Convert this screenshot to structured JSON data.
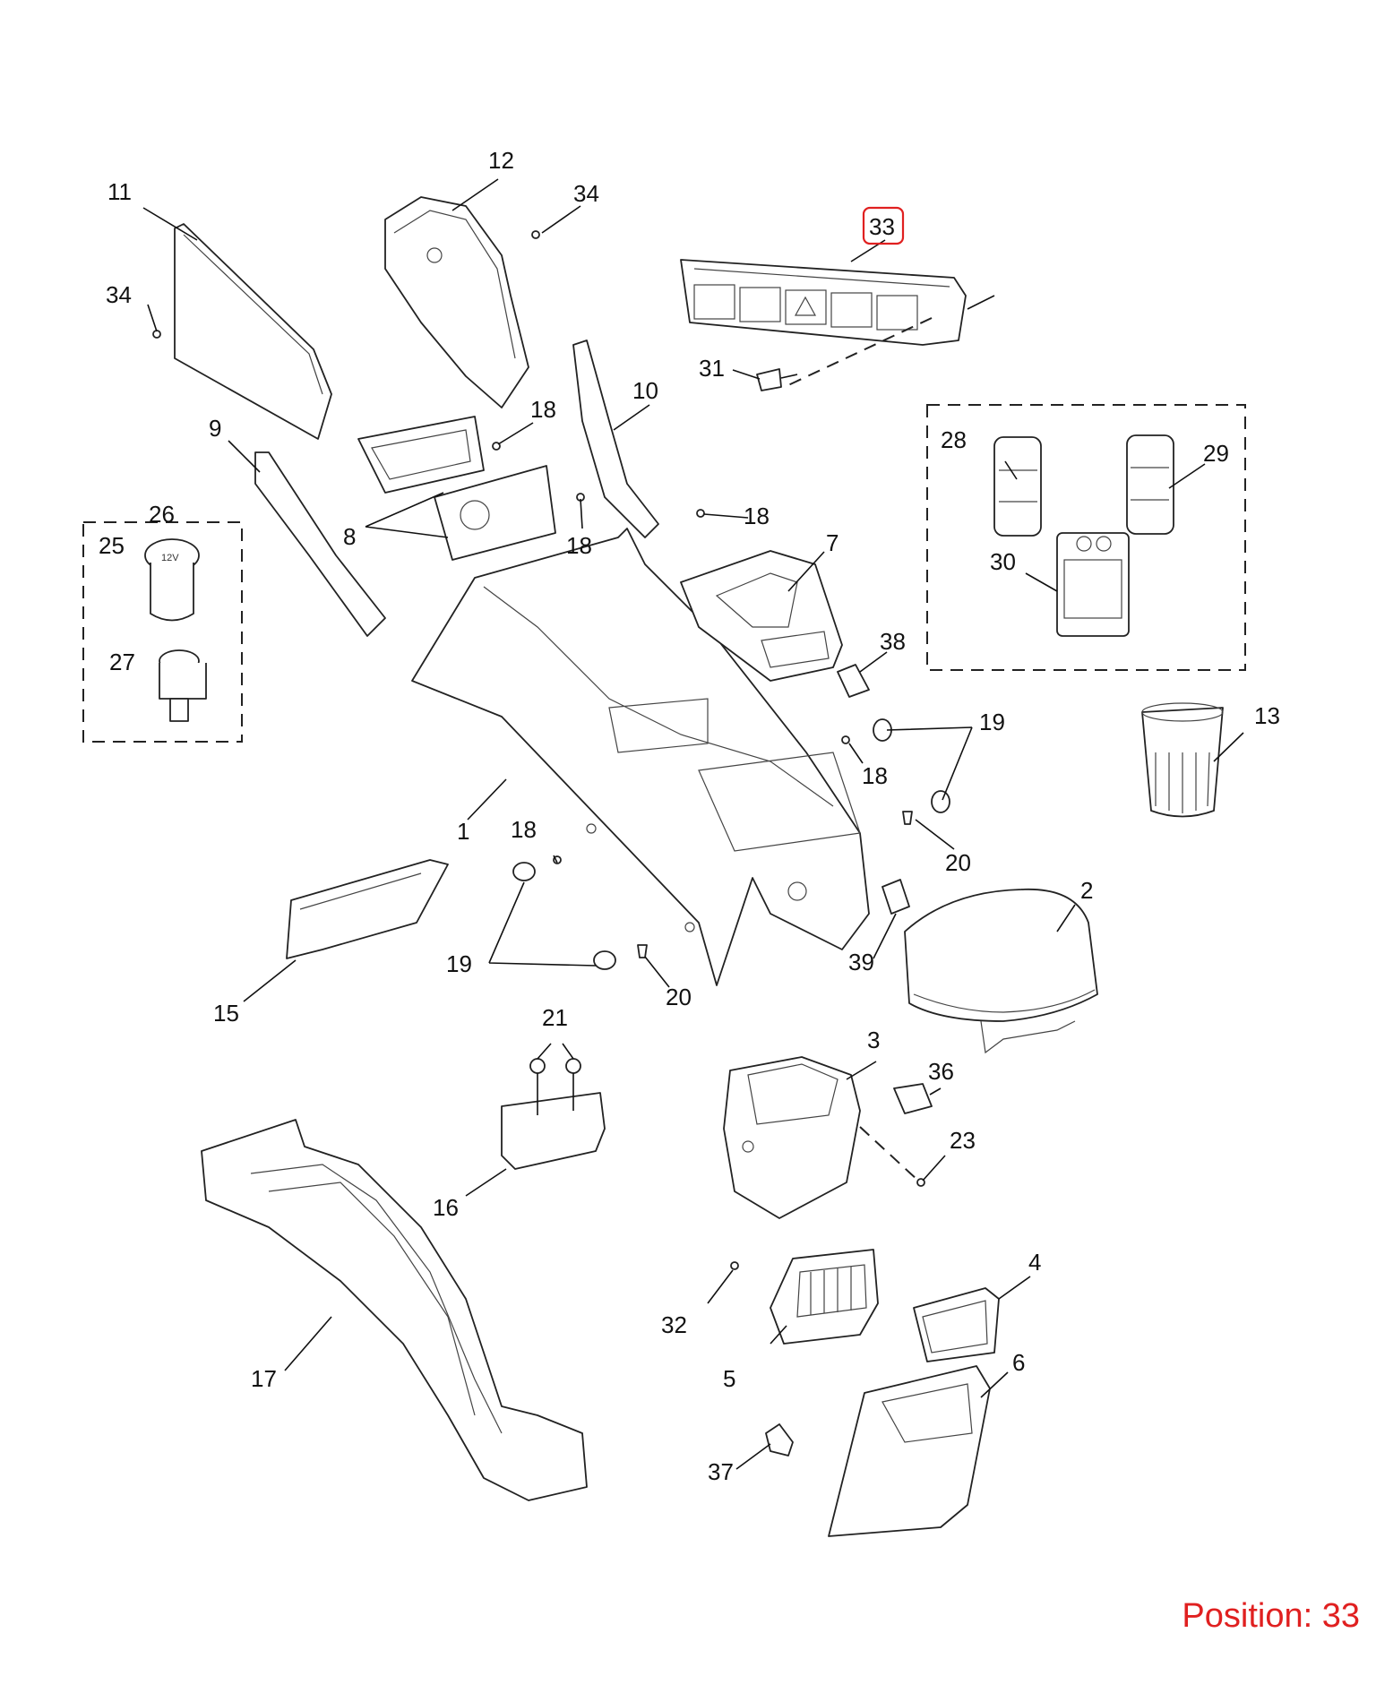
{
  "position_prefix": "Position: ",
  "position_value": "33",
  "highlight_color": "#e02020",
  "highlighted_callout": "33",
  "callouts": [
    "1",
    "2",
    "3",
    "4",
    "5",
    "6",
    "7",
    "8",
    "9",
    "10",
    "11",
    "12",
    "13",
    "15",
    "16",
    "17",
    "18",
    "18",
    "18",
    "18",
    "18",
    "19",
    "19",
    "20",
    "20",
    "21",
    "23",
    "25",
    "26",
    "27",
    "28",
    "29",
    "30",
    "31",
    "32",
    "33",
    "34",
    "34",
    "36",
    "37",
    "38",
    "39"
  ]
}
